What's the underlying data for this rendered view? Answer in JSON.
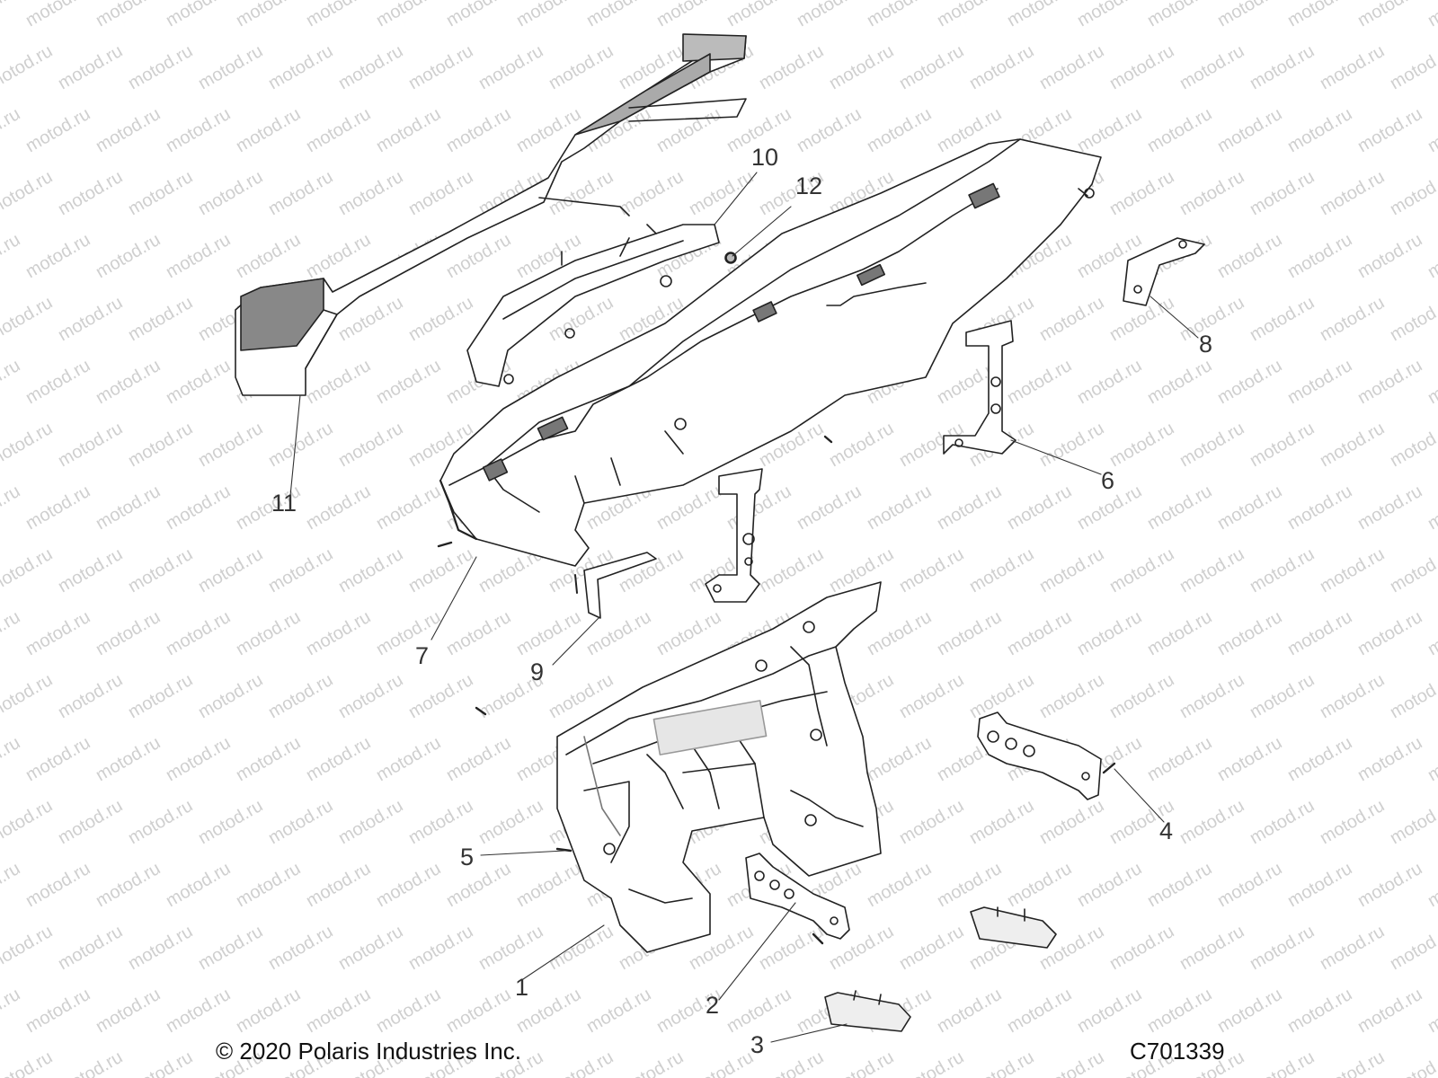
{
  "diagram": {
    "callouts": [
      "1",
      "2",
      "3",
      "4",
      "5",
      "6",
      "7",
      "8",
      "9",
      "10",
      "11",
      "12"
    ],
    "copyright": "© 2020 Polaris Industries Inc.",
    "figure_id": "C701339"
  },
  "watermark": {
    "text": "motod.ru",
    "color": "#cfcfcf"
  },
  "colors": {
    "line": "#222222",
    "shade": "#9a9a9a",
    "fill": "#ffffff"
  }
}
